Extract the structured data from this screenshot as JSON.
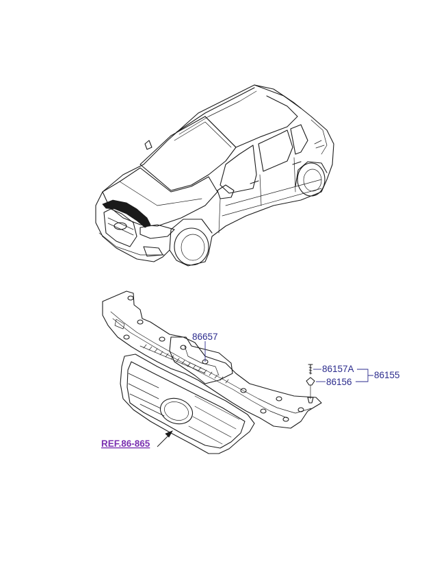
{
  "labels": {
    "part_86657": "86657",
    "part_86157A": "86157A",
    "part_86156": "86156",
    "part_86155": "86155",
    "ref": "REF.86-865"
  },
  "colors": {
    "line": "#1a1a1a",
    "part_label": "#2a2a8c",
    "ref_label": "#7a2fb0"
  }
}
